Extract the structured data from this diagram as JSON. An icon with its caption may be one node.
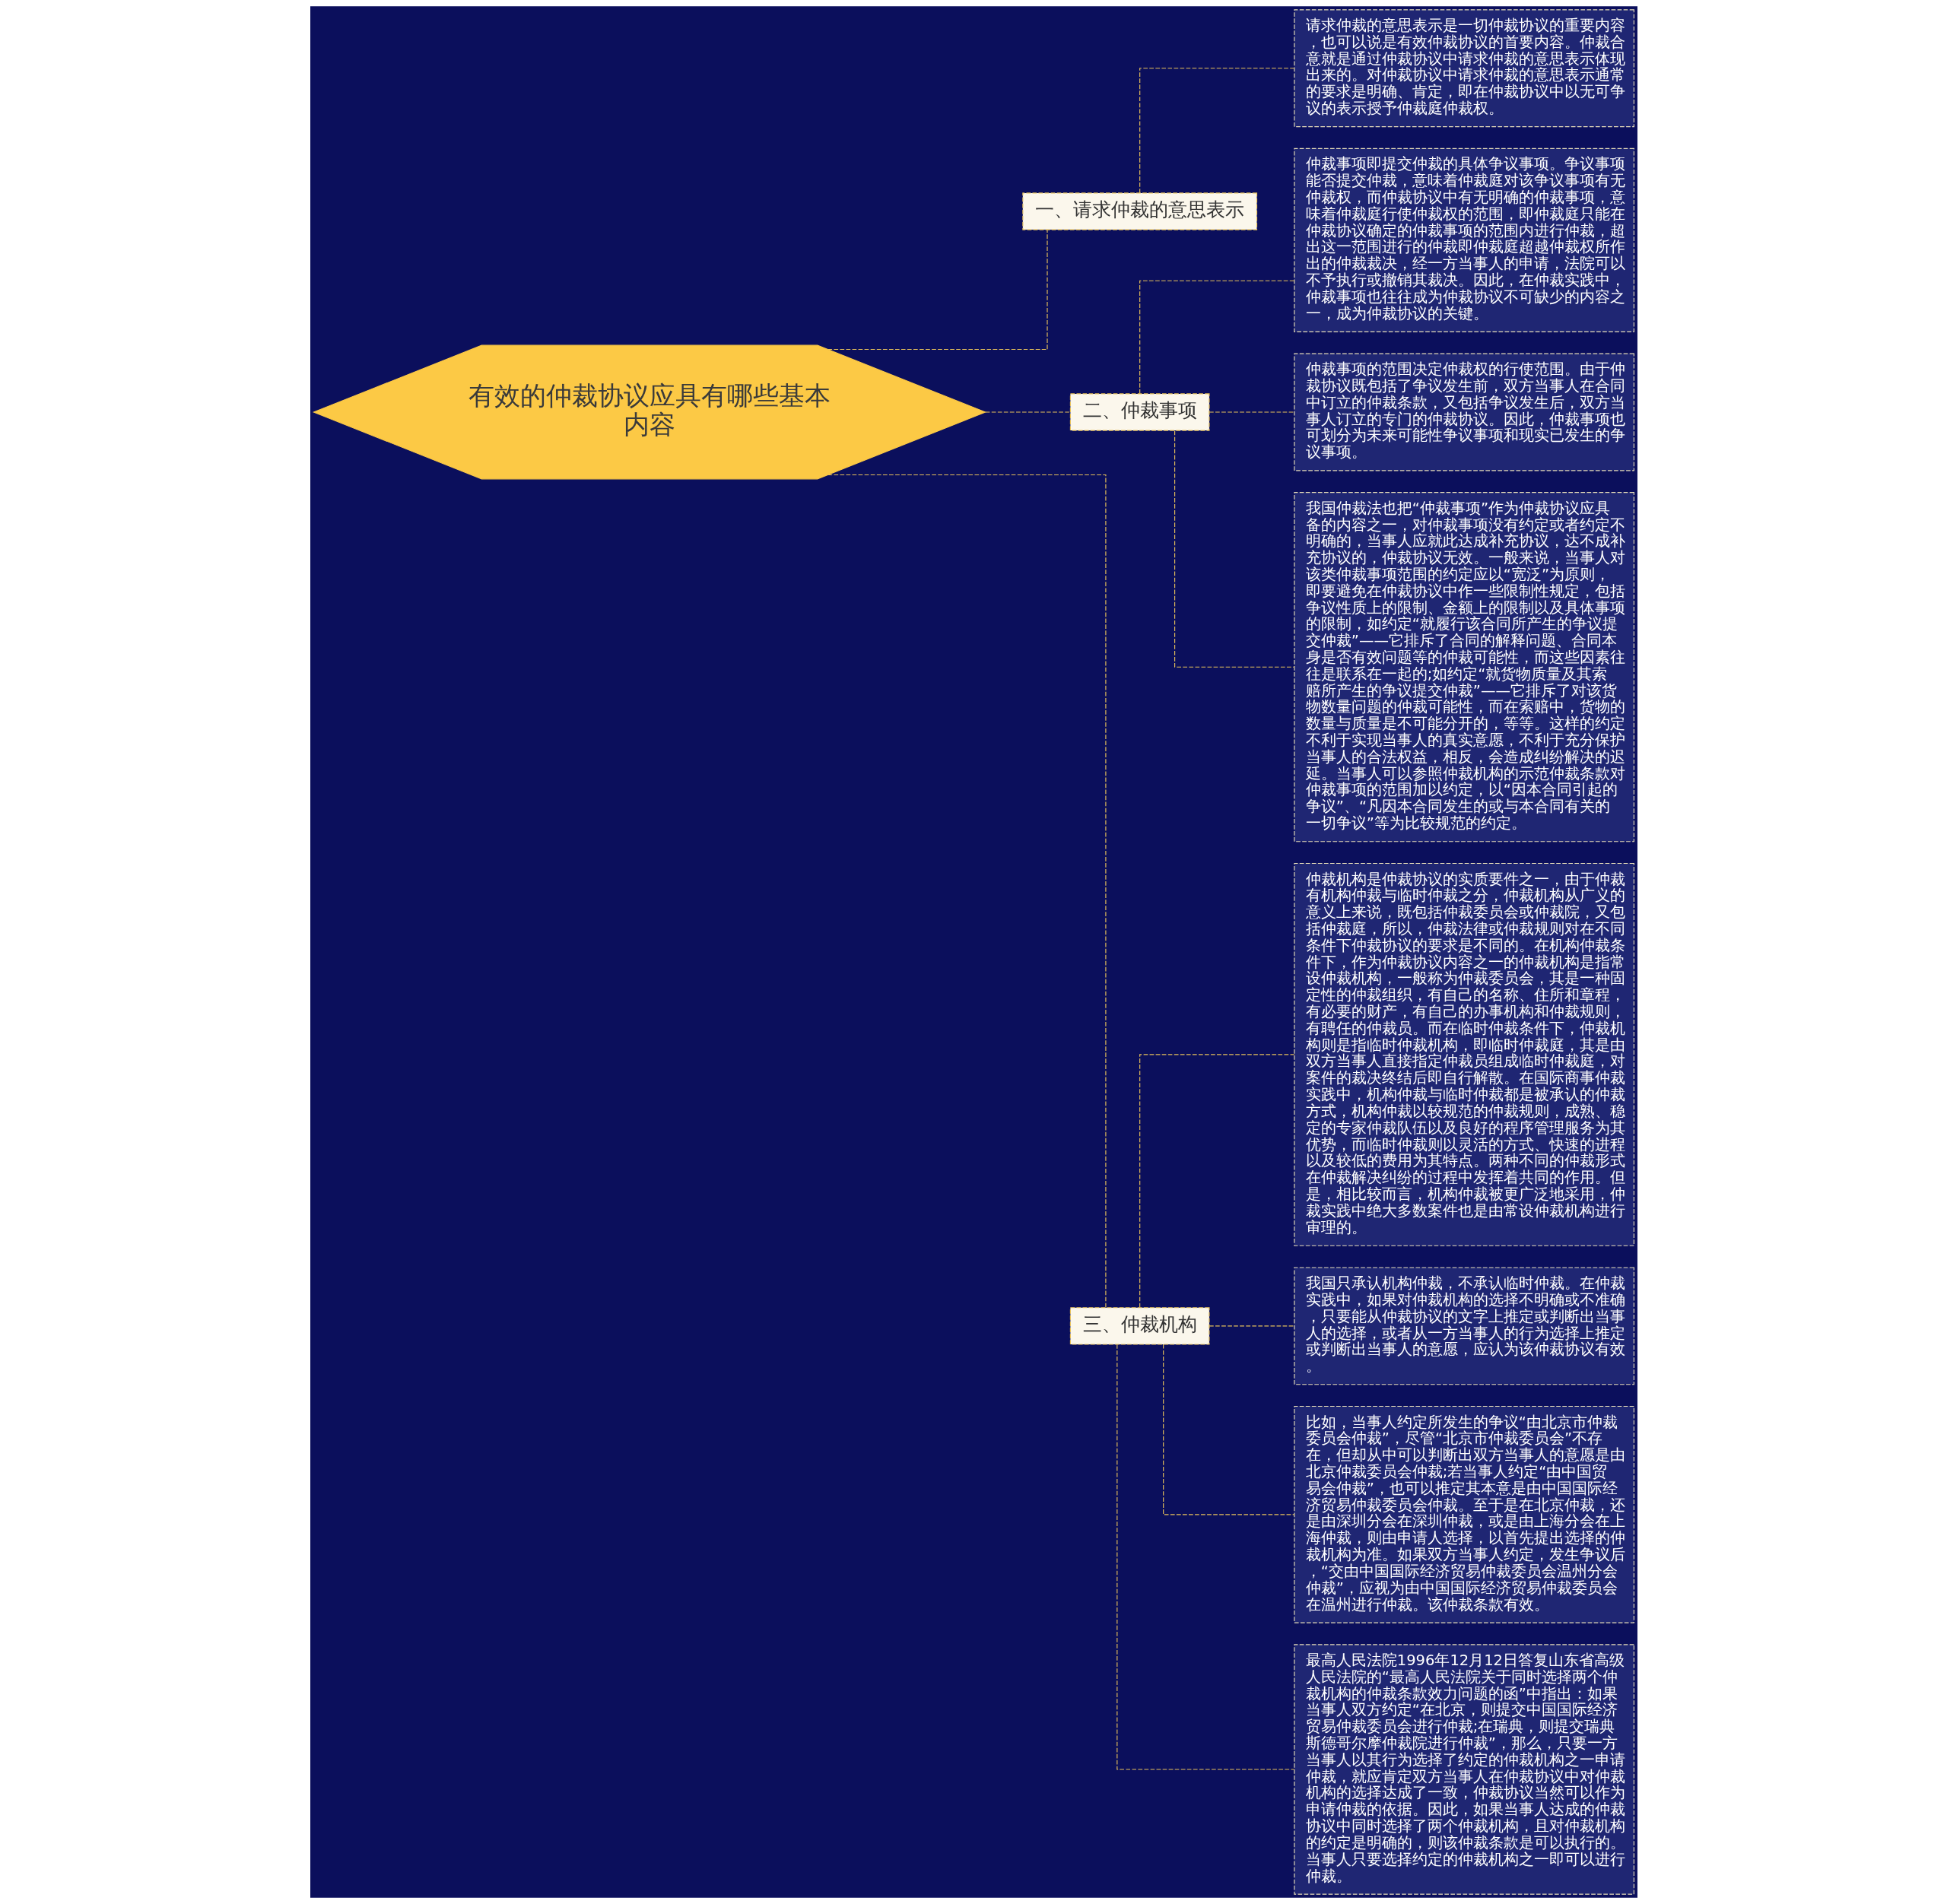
{
  "diagram": {
    "nodes": [
      {
        "text": [
          "有效的仲裁协议应具有哪些基本内容"
        ]
      },
      {
        "text": [
          "一、请求仲裁的意思表示"
        ]
      },
      {
        "text": [
          "请求仲裁的意思表示是一切仲裁协议的重要内容，也可以说是有效仲裁协议的首要内容。仲裁合意就是通过仲裁协议中请求仲裁的意思表示体现出来的。对仲裁协议中请求仲裁的意思表示通常的要求是明确、肯定，即在仲裁协议中以无可争议的表示授予仲裁庭仲裁权。"
        ]
      },
      {
        "text": [
          "二、仲裁事项"
        ]
      },
      {
        "text": [
          "仲裁事项即提交仲裁的具体争议事项。争议事项能否提交仲裁，意味着仲裁庭对该争议事项有无仲裁权，而仲裁协议中有无明确的仲裁事项，意味着仲裁庭行使仲裁权的范围，即仲裁庭只能在仲裁协议确定的仲裁事项的范围内进行仲裁，超出这一范围进行的仲裁即仲裁庭超越仲裁权所作出的仲裁裁决，经一方当事人的申请，法院可以不予执行或撤销其裁决。因此，在仲裁实践中，仲裁事项也往往成为仲裁协议不可缺少的内容之一，成为仲裁协议的关键。"
        ]
      },
      {
        "text": [
          "仲裁事项的范围决定仲裁权的行使范围。由于仲裁协议既包括了争议发生前，双方当事人在合同中订立的仲裁条款，又包括争议发生后，双方当事人订立的专门的仲裁协议。因此，仲裁事项也可划分为未来可能性争议事项和现实已发生的争议事项。"
        ]
      },
      {
        "text": [
          "我国仲裁法也把“仲裁事项”作为仲裁协议应具备的内容之一，对仲裁事项没有约定或者约定不明确的，当事人应就此达成补充协议，达不成补充协议的，仲裁协议无效。一般来说，当事人对该类仲裁事项范围的约定应以“宽泛”为原则，即要避免在仲裁协议中作一些限制性规定，包括争议性质上的限制、金额上的限制以及具体事项的限制，如约定“就履行该合同所产生的争议提交仲裁”——它排斥了合同的解释问题、合同本身是否有效问题等的仲裁可能性，而这些因素往往是联系在一起的;如约定“就货物质量及其索赔所产生的争议提交仲裁”——它排斥了对该货物数量问题的仲裁可能性，而在索赔中，货物的数量与质量是不可能分开的，等等。这样的约定不利于实现当事人的真实意愿，不利于充分保护当事人的合法权益，相反，会造成纠纷解决的迟延。当事人可以参照仲裁机构的示范仲裁条款对仲裁事项的范围加以约定，以“因本合同引起的争议”、“凡因本合同发生的或与本合同有关的一切争议”等为比较规范的约定。"
        ]
      },
      {
        "text": [
          "三、仲裁机构"
        ]
      },
      {
        "text": [
          "仲裁机构是仲裁协议的实质要件之一，由于仲裁有机构仲裁与临时仲裁之分，仲裁机构从广义的意义上来说，既包括仲裁委员会或仲裁院，又包括仲裁庭，所以，仲裁法律或仲裁规则对在不同条件下仲裁协议的要求是不同的。在机构仲裁条件下，作为仲裁协议内容之一的仲裁机构是指常设仲裁机构，一般称为仲裁委员会，其是一种固定性的仲裁组织，有自己的名称、住所和章程，有必要的财产，有自己的办事机构和仲裁规则，有聘任的仲裁员。而在临时仲裁条件下，仲裁机构则是指临时仲裁机构，即临时仲裁庭，其是由双方当事人直接指定仲裁员组成临时仲裁庭，对案件的裁决终结后即自行解散。在国际商事仲裁实践中，机构仲裁与临时仲裁都是被承认的仲裁方式，机构仲裁以较规范的仲裁规则，成熟、稳定的专家仲裁队伍以及良好的程序管理服务为其优势，而临时仲裁则以灵活的方式、快速的进程以及较低的费用为其特点。两种不同的仲裁形式在仲裁解决纠纷的过程中发挥着共同的作用。但是，相比较而言，机构仲裁被更广泛地采用，仲裁实践中绝大多数案件也是由常设仲裁机构进行审理的。"
        ]
      },
      {
        "text": [
          "我国只承认机构仲裁，不承认临时仲裁。在仲裁实践中，如果对仲裁机构的选择不明确或不准确，只要能从仲裁协议的文字上推定或判断出当事人的选择，或者从一方当事人的行为选择上推定或判断出当事人的意愿，应认为该仲裁协议有效。"
        ]
      },
      {
        "text": [
          "比如，当事人约定所发生的争议“由北京市仲裁委员会仲裁”，尽管“北京市仲裁委员会”不存在，但却从中可以判断出双方当事人的意愿是由北京仲裁委员会仲裁;若当事人约定“由中国贸易会仲裁”，也可以推定其本意是由中国国际经济贸易仲裁委员会仲裁。至于是在北京仲裁，还是由深圳分会在深圳仲裁，或是由上海分会在上海仲裁，则由申请人选择，以首先提出选择的仲裁机构为准。如果双方当事人约定，发生争议后，“交由中国国际经济贸易仲裁委员会温州分会仲裁”，应视为由中国国际经济贸易仲裁委员会在温州进行仲裁。该仲裁条款有效。"
        ]
      },
      {
        "text": [
          "最高人民法院1996年12月12日答复山东省高级人民法院的“最高人民法院关于同时选择两个仲裁机构的仲裁条款效力问题的函”中指出：如果当事人双方约定“在北京，则提交中国国际经济贸易仲裁委员会进行仲裁;在瑞典，则提交瑞典斯德哥尔摩仲裁院进行仲裁”，那么，只要一方当事人以其行为选择了约定的仲裁机构之一申请仲裁，就应肯定双方当事人在仲裁协议中对仲裁机构的选择达成了一致，仲裁协议当然可以作为申请仲裁的依据。因此，如果当事人达成的仲裁协议中同时选择了两个仲裁机构，且对仲裁机构的约定是明确的，则该仲裁条款是可以执行的。当事人只要选择约定的仲裁机构之一即可以进行仲裁。"
        ]
      }
    ],
    "edges": [
      {
        "from": 0,
        "to": 1,
        "arrow": "none",
        "style": "dashed"
      },
      {
        "from": 1,
        "to": 2,
        "arrow": "none",
        "style": "dashed"
      },
      {
        "from": 0,
        "to": 3,
        "arrow": "none",
        "style": "dashed"
      },
      {
        "from": 3,
        "to": 4,
        "arrow": "none",
        "style": "dashed"
      },
      {
        "from": 3,
        "to": 5,
        "arrow": "none",
        "style": "dashed"
      },
      {
        "from": 3,
        "to": 6,
        "arrow": "none",
        "style": "dashed"
      },
      {
        "from": 0,
        "to": 7,
        "arrow": "none",
        "style": "dashed"
      },
      {
        "from": 7,
        "to": 8,
        "arrow": "none",
        "style": "dashed"
      },
      {
        "from": 7,
        "to": 9,
        "arrow": "none",
        "style": "dashed"
      },
      {
        "from": 7,
        "to": 10,
        "arrow": "none",
        "style": "dashed"
      },
      {
        "from": 7,
        "to": 11,
        "arrow": "none",
        "style": "dashed"
      }
    ]
  }
}
